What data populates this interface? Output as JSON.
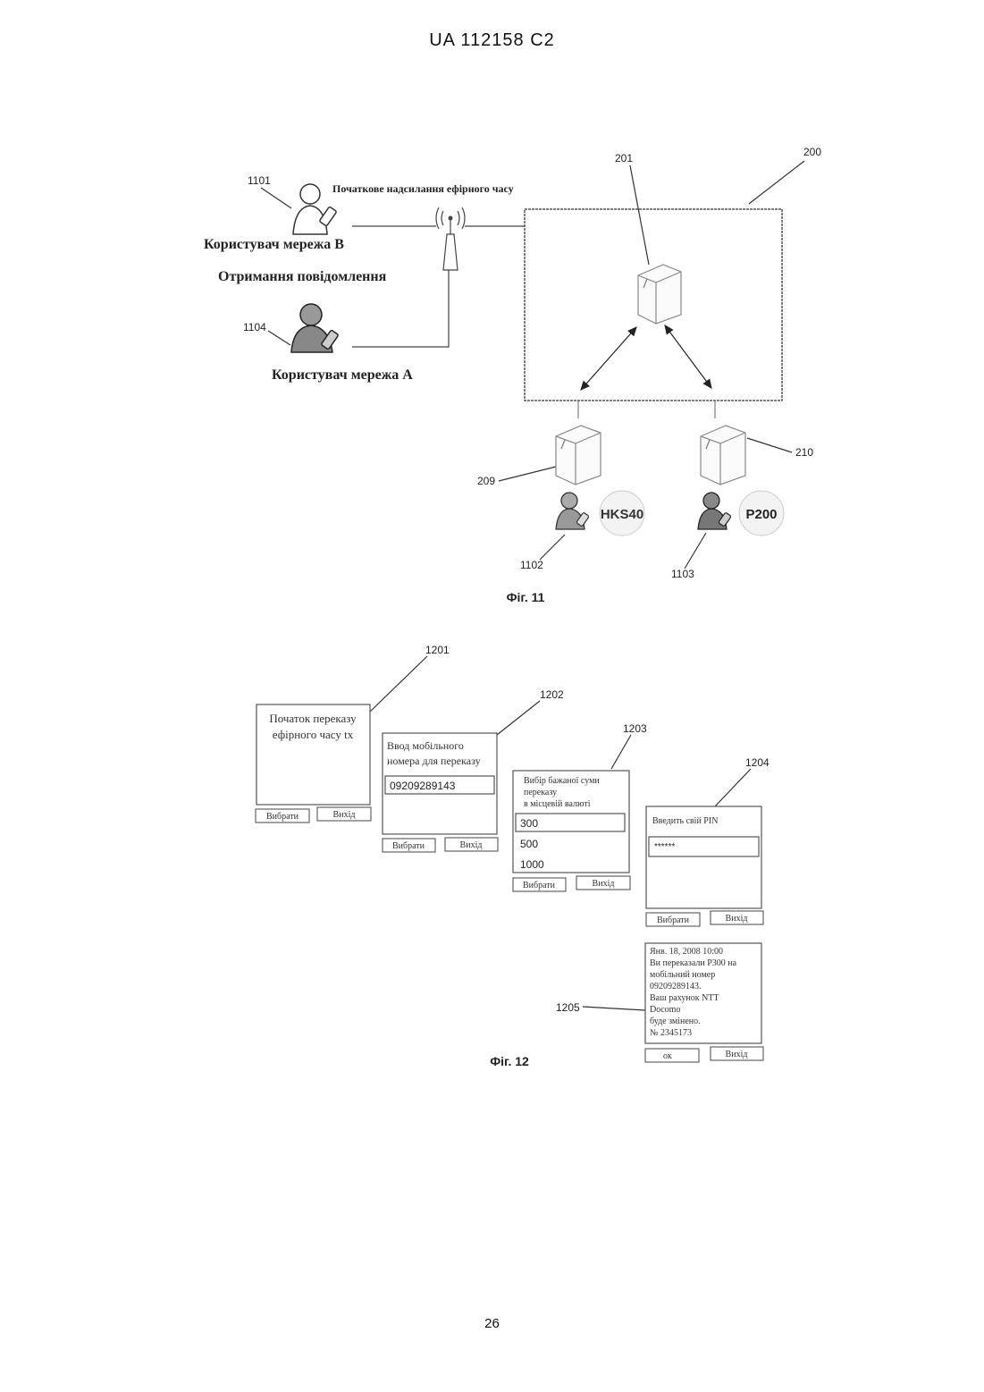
{
  "header": {
    "doc_id": "UA   112158   C2"
  },
  "footer": {
    "page_number": "26"
  },
  "fig11": {
    "caption": "Фіг. 11",
    "refs": {
      "r1101": "1101",
      "r1104": "1104",
      "r201": "201",
      "r200": "200",
      "r209": "209",
      "r210": "210",
      "r1102": "1102",
      "r1103": "1103"
    },
    "labels": {
      "initial_sending": "Початкове надсилання ефірного часу",
      "user_network_b": "Користувач мережа B",
      "receive_message": "Отримання повідомлення",
      "user_network_a": "Користувач мережа А"
    },
    "badges": {
      "left": "HKS40",
      "right": "P200"
    }
  },
  "fig12": {
    "caption": "Фіг. 12",
    "refs": {
      "r1201": "1201",
      "r1202": "1202",
      "r1203": "1203",
      "r1204": "1204",
      "r1205": "1205"
    },
    "screen1": {
      "line1": "Початок переказу",
      "line2": "ефірного часу tx",
      "btn_select": "Вибрати",
      "btn_exit": "Вихід"
    },
    "screen2": {
      "line1": "Ввод мобільного",
      "line2": "номера для переказу",
      "input_value": "09209289143",
      "btn_select": "Вибрати",
      "btn_exit": "Вихід"
    },
    "screen3": {
      "line1": "Вибір бажаної суми",
      "line2": "переказу",
      "line3": "в місцевій валюті",
      "options": [
        "300",
        "500",
        "1000"
      ],
      "btn_select": "Вибрати",
      "btn_exit": "Вихід"
    },
    "screen4": {
      "prompt": "Введить свій PIN",
      "pin_value": "******",
      "btn_select": "Вибрати",
      "btn_exit": "Вихід"
    },
    "screen5": {
      "lines": [
        "Янв. 18, 2008 10:00",
        "Ви переказали P300 на",
        "мобільний номер",
        "09209289143.",
        "Ваш рахунок NTT",
        "Docomo",
        "буде змінено.",
        "№ 2345173"
      ],
      "btn_ok": "ок",
      "btn_exit": "Вихід"
    }
  }
}
